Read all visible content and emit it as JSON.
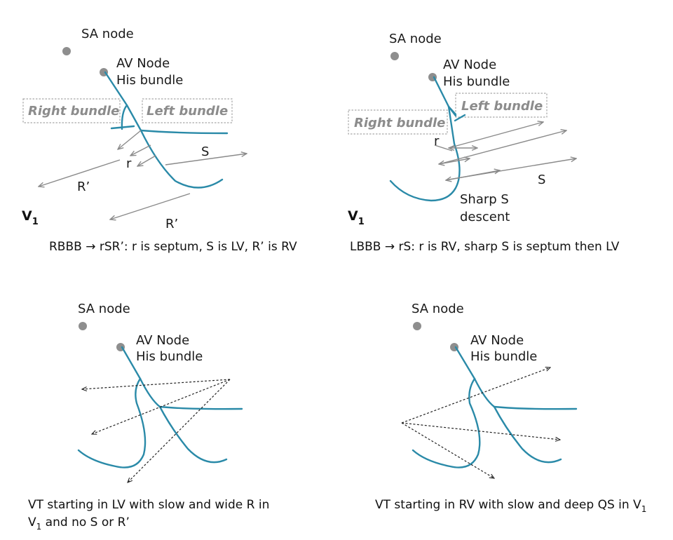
{
  "panels": [
    {
      "sa_node": "SA node",
      "av_node": "AV Node",
      "his_bundle": "His bundle",
      "right_bundle": "Right bundle",
      "left_bundle": "Left bundle",
      "lead": "V",
      "lead_sub": "1",
      "vector_labels": {
        "r": "r",
        "s": "S",
        "r_prime_1": "R’",
        "r_prime_2": "R’"
      },
      "caption": "RBBB → rSR’: r is septum, S is LV, R’ is RV"
    },
    {
      "sa_node": "SA node",
      "av_node": "AV Node",
      "his_bundle": "His bundle",
      "right_bundle": "Right bundle",
      "left_bundle": "Left bundle",
      "lead": "V",
      "lead_sub": "1",
      "vector_labels": {
        "r": "r",
        "s": "S"
      },
      "annotation_line1": "Sharp S",
      "annotation_line2": "descent",
      "caption": "LBBB → rS: r is RV, sharp S is septum then LV"
    },
    {
      "sa_node": "SA node",
      "av_node": "AV Node",
      "his_bundle": "His bundle",
      "caption_line1": "VT starting in LV with slow and wide R in",
      "caption_line2_a": "V",
      "caption_line2_sub": "1",
      "caption_line2_b": " and no S or R’"
    },
    {
      "sa_node": "SA node",
      "av_node": "AV Node",
      "his_bundle": "His bundle",
      "caption_a": "VT starting in RV with slow and deep QS in V",
      "caption_sub": "1"
    }
  ],
  "colors": {
    "fiber": "#2a8aa8",
    "node": "#8e8e8e",
    "vector": "#8a8a8a",
    "dashed_vector": "#222222",
    "box_text": "#8c8c8c"
  }
}
